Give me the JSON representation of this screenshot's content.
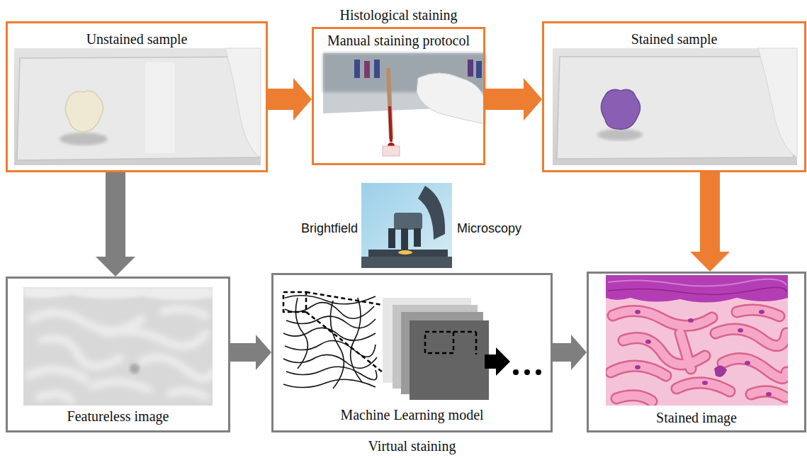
{
  "diagram": {
    "nodes": [
      {
        "text": [
          "Unstained sample"
        ]
      },
      {
        "text": [
          "Histological staining",
          "Manual staining protocol"
        ]
      },
      {
        "text": [
          "Stained sample"
        ]
      },
      {
        "text": [
          "Featureless image"
        ]
      },
      {
        "text": [
          "Machine Learning model",
          "Virtual staining"
        ]
      },
      {
        "text": [
          "Stained image"
        ]
      }
    ],
    "edges": [
      {
        "from": 0,
        "to": 1,
        "arrow": "to"
      },
      {
        "from": 1,
        "to": 2,
        "arrow": "to"
      },
      {
        "from": 0,
        "to": 3,
        "arrow": "to"
      },
      {
        "from": 3,
        "to": 4,
        "arrow": "to"
      },
      {
        "from": 4,
        "to": 5,
        "arrow": "to"
      },
      {
        "from": 2,
        "to": 5,
        "arrow": "to"
      }
    ],
    "labels": [
      "Brightfield",
      "Microscopy"
    ]
  }
}
